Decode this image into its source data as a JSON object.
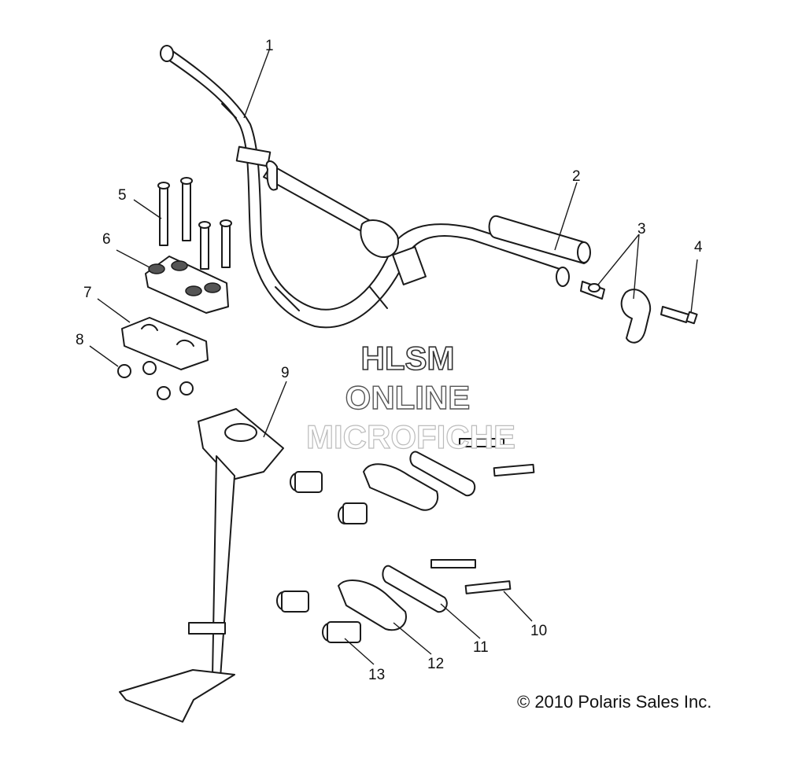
{
  "callouts": [
    {
      "id": "1",
      "text": "1"
    },
    {
      "id": "2",
      "text": "2"
    },
    {
      "id": "3",
      "text": "3"
    },
    {
      "id": "4",
      "text": "4"
    },
    {
      "id": "5",
      "text": "5"
    },
    {
      "id": "6",
      "text": "6"
    },
    {
      "id": "7",
      "text": "7"
    },
    {
      "id": "8",
      "text": "8"
    },
    {
      "id": "9",
      "text": "9"
    },
    {
      "id": "10",
      "text": "10"
    },
    {
      "id": "11",
      "text": "11"
    },
    {
      "id": "12",
      "text": "12"
    },
    {
      "id": "13",
      "text": "13"
    }
  ],
  "watermark": {
    "line1": "HLSM",
    "line2": "ONLINE",
    "line3": "MICROFICHE"
  },
  "copyright": "© 2010 Polaris Sales Inc."
}
